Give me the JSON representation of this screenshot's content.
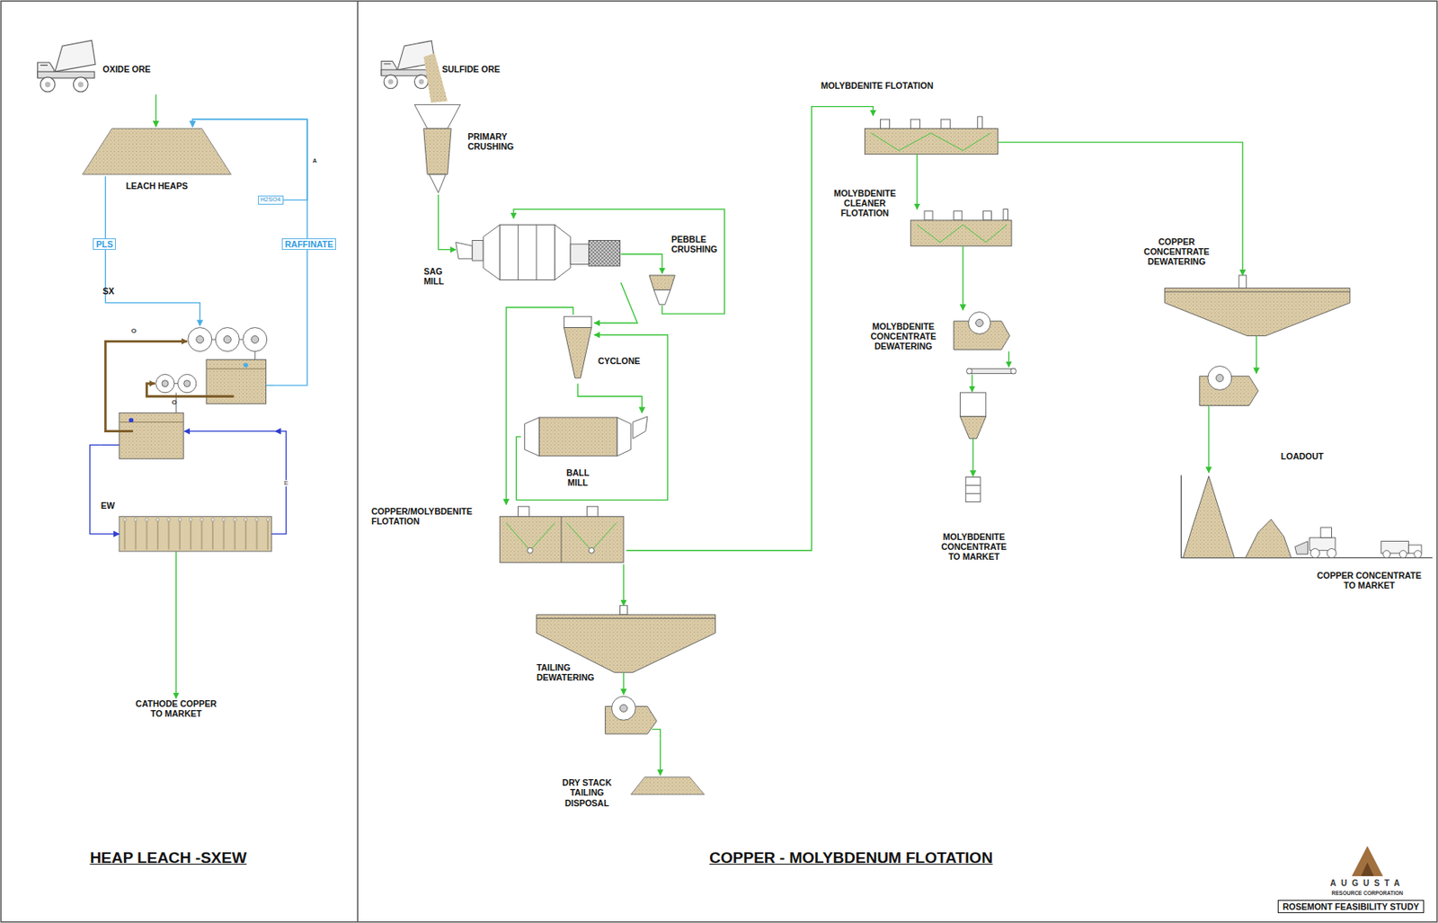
{
  "diagram": {
    "nodes": [
      {
        "text": [
          "OXIDE ORE"
        ]
      },
      {
        "text": [
          "LEACH HEAPS"
        ]
      },
      {
        "text": [
          "H2SO4"
        ]
      },
      {
        "text": [
          "SX"
        ]
      },
      {
        "text": [
          "EW"
        ]
      },
      {
        "text": [
          "CATHODE COPPER TO MARKET"
        ]
      },
      {
        "text": [
          "SULFIDE ORE"
        ]
      },
      {
        "text": [
          "PRIMARY CRUSHING"
        ]
      },
      {
        "text": [
          "SAG MILL"
        ]
      },
      {
        "text": [
          "PEBBLE CRUSHING"
        ]
      },
      {
        "text": [
          "CYCLONE"
        ]
      },
      {
        "text": [
          "BALL MILL"
        ]
      },
      {
        "text": [
          "COPPER/MOLYBDENITE FLOTATION"
        ]
      },
      {
        "text": [
          "MOLYBDENITE FLOTATION"
        ]
      },
      {
        "text": [
          "TAILING DEWATERING"
        ]
      },
      {
        "text": [
          "DRY STACK TAILING DISPOSAL"
        ]
      },
      {
        "text": [
          "MOLYBDENITE CLEANER FLOTATION"
        ]
      },
      {
        "text": [
          "MOLYBDENITE CONCENTRATE DEWATERING"
        ]
      },
      {
        "text": [
          "MOLYBDENITE CONCENTRATE TO MARKET"
        ]
      },
      {
        "text": [
          "COPPER CONCENTRATE DEWATERING"
        ]
      },
      {
        "text": [
          "LOADOUT",
          "COPPER CONCENTRATE TO MARKET"
        ]
      },
      {
        "text": [
          "ROSEMONT FEASIBILITY STUDY"
        ]
      }
    ],
    "edges": [
      {
        "from": 0,
        "to": 1,
        "arrow": "to"
      },
      {
        "from": 1,
        "to": 3,
        "label": "PLS",
        "arrow": "to"
      },
      {
        "from": 3,
        "to": 1,
        "label": "RAFFINATE",
        "arrow": "to"
      },
      {
        "from": 2,
        "to": 1,
        "arrow": "to"
      },
      {
        "from": 3,
        "to": 4,
        "arrow": "to"
      },
      {
        "from": 4,
        "to": 3,
        "label": "E",
        "arrow": "to"
      },
      {
        "from": 4,
        "to": 5,
        "arrow": "to"
      },
      {
        "from": 7,
        "to": 8,
        "arrow": "to"
      },
      {
        "from": 8,
        "to": 9,
        "arrow": "to"
      },
      {
        "from": 9,
        "to": 8,
        "arrow": "to"
      },
      {
        "from": 8,
        "to": 10,
        "arrow": "to"
      },
      {
        "from": 10,
        "to": 11,
        "arrow": "to"
      },
      {
        "from": 11,
        "to": 10,
        "arrow": "to"
      },
      {
        "from": 10,
        "to": 12,
        "arrow": "to"
      },
      {
        "from": 12,
        "to": 13,
        "arrow": "to"
      },
      {
        "from": 12,
        "to": 14,
        "arrow": "to"
      },
      {
        "from": 14,
        "to": 15,
        "arrow": "to"
      },
      {
        "from": 13,
        "to": 16,
        "arrow": "to"
      },
      {
        "from": 13,
        "to": 19,
        "arrow": "to"
      },
      {
        "from": 16,
        "to": 17,
        "arrow": "to"
      },
      {
        "from": 17,
        "to": 18,
        "arrow": "to"
      },
      {
        "from": 19,
        "to": 20,
        "arrow": "to"
      }
    ],
    "labels": [
      "O",
      "O",
      "A",
      "HEAP LEACH -SXEW",
      "COPPER - MOLYBDENUM FLOTATION",
      "AUGUSTA",
      "RESOURCE CORPORATION"
    ]
  }
}
